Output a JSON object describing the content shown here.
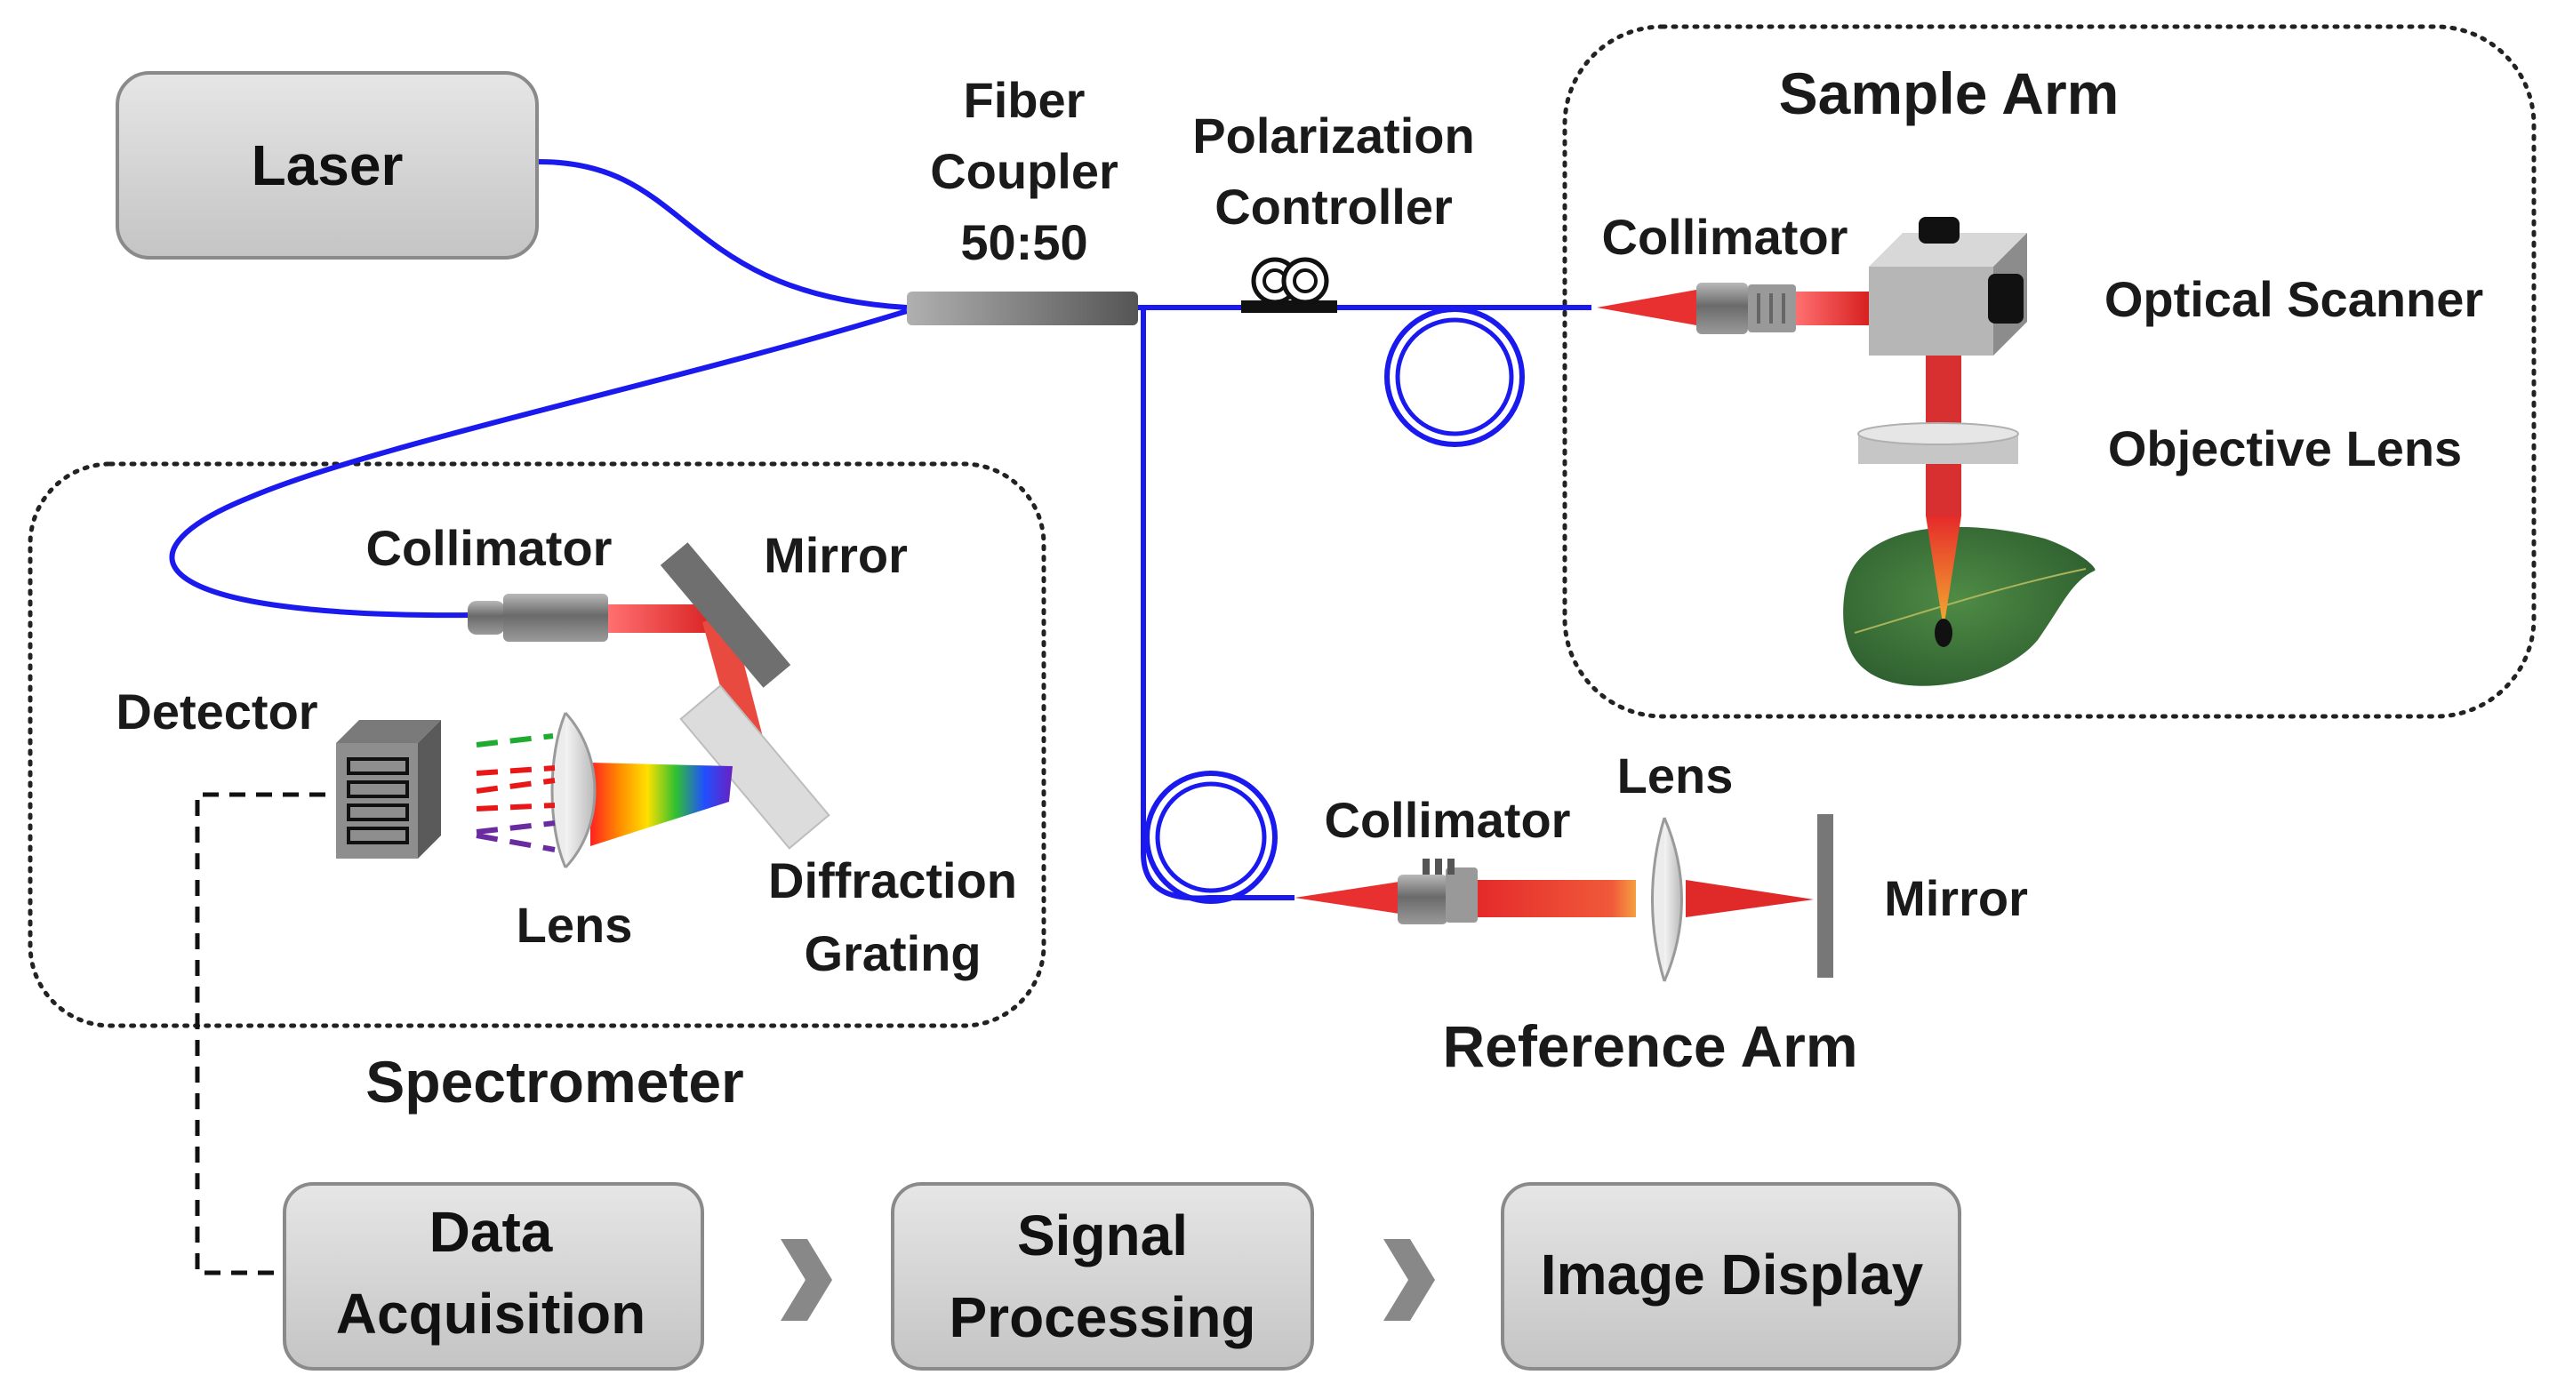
{
  "colors": {
    "fiber": "#1a1aee",
    "beam": "#e53030",
    "box_fill": "#d4d4d4",
    "box_stroke": "#8a8a8a",
    "dotted_border": "#222222",
    "leaf": "#3f7a3a"
  },
  "labels": {
    "laser": "Laser",
    "fiber_coupler": [
      "Fiber",
      "Coupler",
      "50:50"
    ],
    "polarization_controller": [
      "Polarization",
      "Controller"
    ],
    "sample_arm": "Sample Arm",
    "sample_collimator": "Collimator",
    "optical_scanner": "Optical Scanner",
    "objective_lens": "Objective Lens",
    "spec_collimator": "Collimator",
    "spec_mirror": "Mirror",
    "detector": "Detector",
    "spec_lens": "Lens",
    "diffraction_grating": [
      "Diffraction",
      "Grating"
    ],
    "spectrometer": "Spectrometer",
    "ref_collimator": "Collimator",
    "ref_lens": "Lens",
    "ref_mirror": "Mirror",
    "reference_arm": "Reference Arm"
  },
  "pipeline": {
    "data_acquisition": [
      "Data",
      "Acquisition"
    ],
    "signal_processing": [
      "Signal",
      "Processing"
    ],
    "image_display": "Image Display",
    "separator_icon": "chevron-right-icon"
  }
}
